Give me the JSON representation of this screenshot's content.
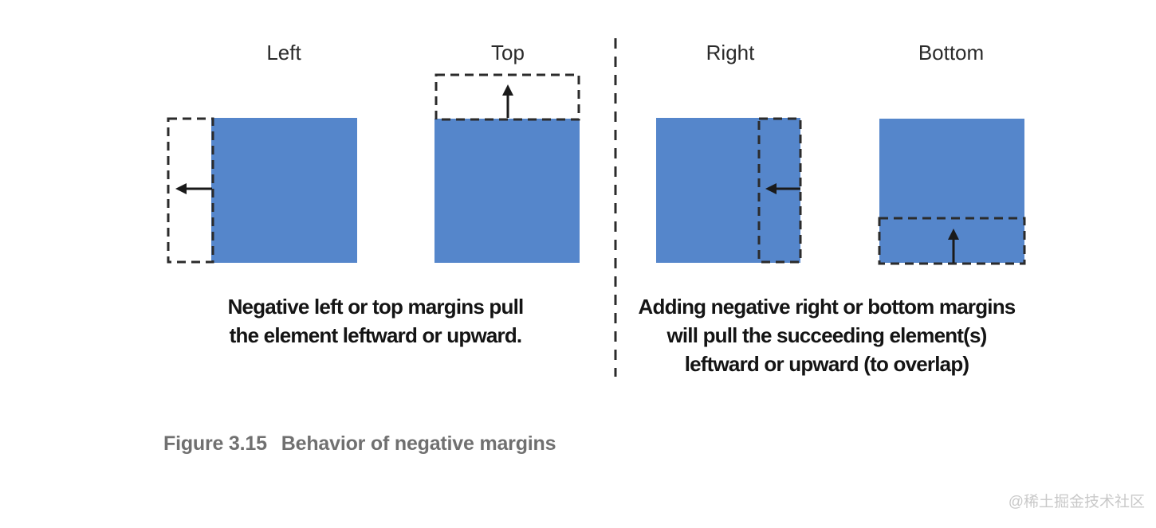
{
  "colors": {
    "box_fill": "#5586CB",
    "dash": "#2B2B2B",
    "arrow": "#1A1A1A",
    "label_text": "#2B2B2B",
    "caption_text": "#141414",
    "figure_caption_text": "#707070",
    "watermark_text": "#C9C9C9"
  },
  "panels": [
    {
      "id": "left",
      "label": "Left"
    },
    {
      "id": "top",
      "label": "Top"
    },
    {
      "id": "right",
      "label": "Right"
    },
    {
      "id": "bottom",
      "label": "Bottom"
    }
  ],
  "captions": {
    "left_group": [
      "Negative left or top margins pull",
      "the element leftward or upward."
    ],
    "right_group": [
      "Adding negative right or bottom margins",
      "will pull the succeeding element(s)",
      "leftward or upward (to overlap)"
    ]
  },
  "figure_caption": {
    "number": "Figure 3.15",
    "title": "Behavior of negative margins"
  },
  "watermark": "@稀土掘金技术社区"
}
